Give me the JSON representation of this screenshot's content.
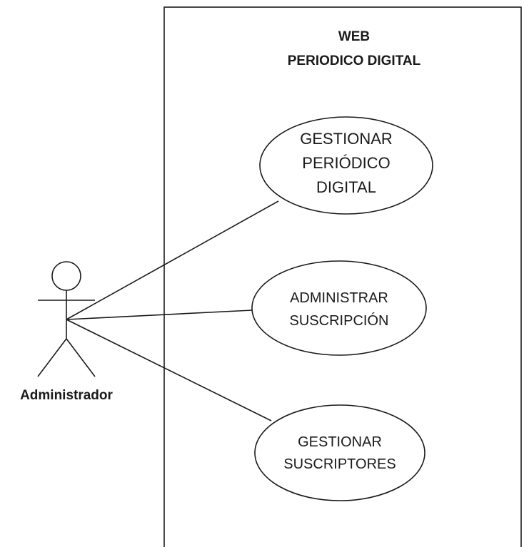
{
  "system": {
    "title_line1": "WEB",
    "title_line2": "PERIODICO DIGITAL"
  },
  "actor": {
    "label": "Administrador"
  },
  "use_cases": [
    {
      "lines": [
        "GESTIONAR",
        "PERIÓDICO",
        "DIGITAL"
      ]
    },
    {
      "lines": [
        "ADMINISTRAR",
        "SUSCRIPCIÓN"
      ]
    },
    {
      "lines": [
        "GESTIONAR",
        "SUSCRIPTORES"
      ]
    }
  ],
  "colors": {
    "stroke": "#1a1a1a",
    "fill": "#ffffff"
  }
}
